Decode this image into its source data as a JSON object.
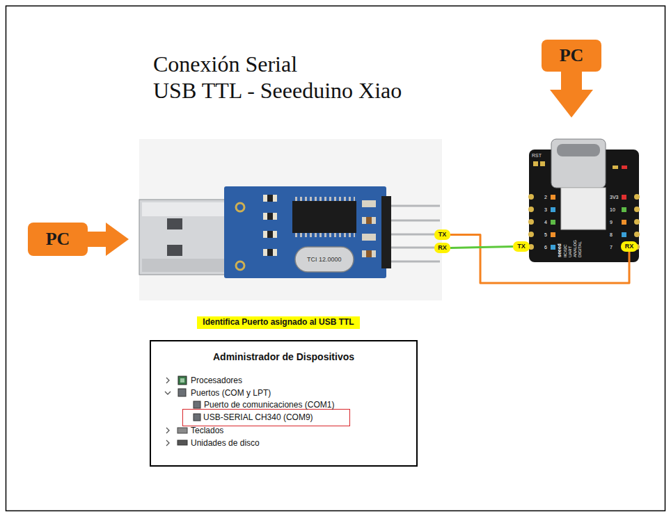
{
  "diagram": {
    "title": "Conexión Serial USB TTL - Seeeduino Xiao",
    "nodes": [
      {
        "text": [
          "PC"
        ]
      },
      {
        "text": [
          "PC"
        ]
      },
      {
        "text": [
          "TX"
        ]
      },
      {
        "text": [
          "RX"
        ]
      },
      {
        "text": [
          "TX"
        ]
      },
      {
        "text": [
          "RX"
        ]
      },
      {
        "text": [
          "Identifica Puerto asignado al USB TTL"
        ]
      },
      {
        "text": [
          "Administrador de Dispositivos"
        ]
      },
      {
        "text": [
          "USB-SERIAL CH340 (COM9)"
        ],
        "in": 7
      }
    ],
    "edges": [
      {
        "from": 2,
        "to": 5,
        "arrow": "none"
      },
      {
        "from": 3,
        "to": 4,
        "arrow": "none"
      }
    ],
    "labels": [
      "TCI 12.0000",
      "RST",
      "2",
      "3",
      "4",
      "5",
      "6",
      "3V3",
      "10",
      "9",
      "8",
      "7",
      "seeed",
      "IIC/I2C",
      "UART",
      "ANALOG",
      "DIGITAL",
      "Procesadores",
      "Puertos (COM y LPT)",
      "Puerto de comunicaciones (COM1)",
      "Teclados",
      "Unidades de disco"
    ]
  }
}
